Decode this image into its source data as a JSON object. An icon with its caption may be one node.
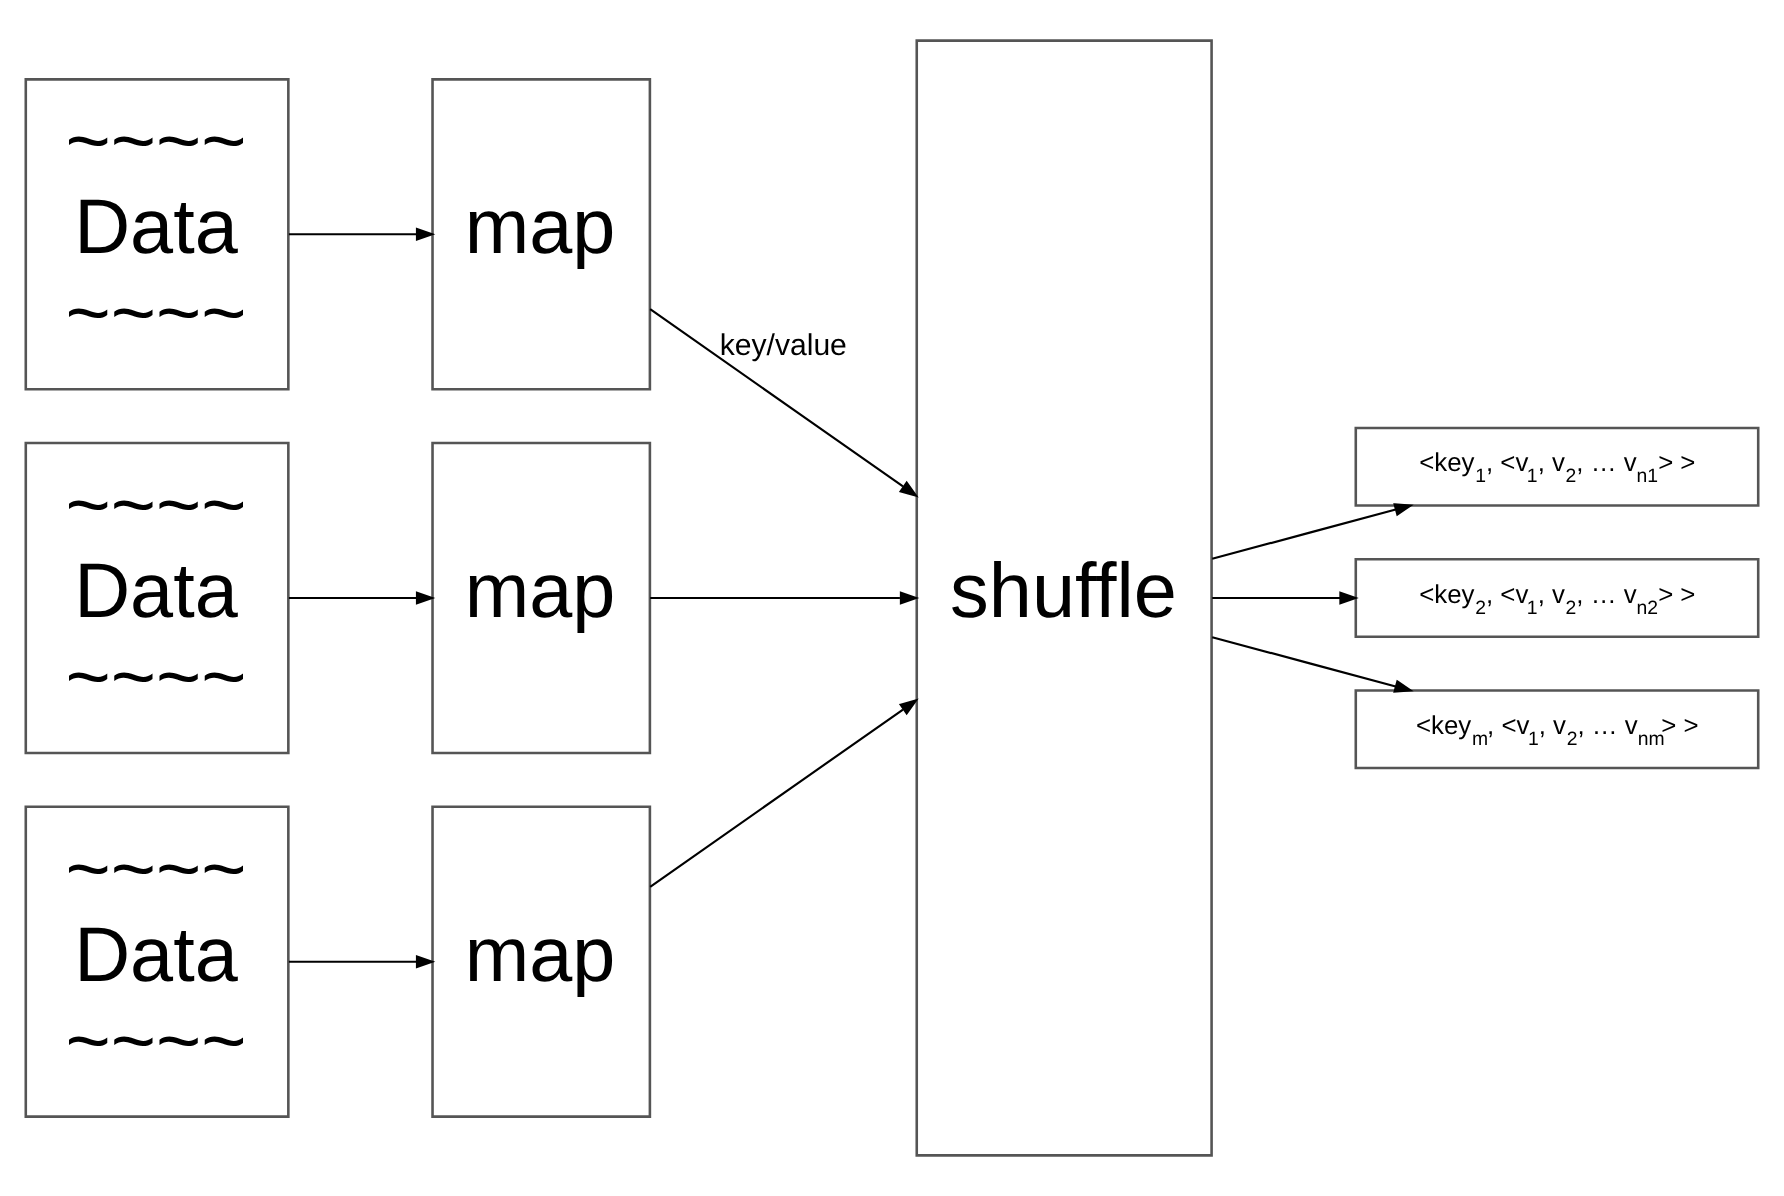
{
  "diagram": {
    "nodes": [
      {
        "text": [
          "~~~~",
          "Data",
          "~~~~"
        ]
      },
      {
        "text": [
          "~~~~",
          "Data",
          "~~~~"
        ]
      },
      {
        "text": [
          "~~~~",
          "Data",
          "~~~~"
        ]
      },
      {
        "text": [
          "map"
        ]
      },
      {
        "text": [
          "map"
        ]
      },
      {
        "text": [
          "map"
        ]
      },
      {
        "text": [
          "shuffle"
        ]
      },
      {
        "text": [
          "<key$_{1}$, <v$_{1}$, v$_{2}$, … v$_{n1}$> >"
        ]
      },
      {
        "text": [
          "<key$_{2}$, <v$_{1}$, v$_{2}$, … v$_{n2}$> >"
        ]
      },
      {
        "text": [
          "<key$_{m}$, <v$_{1}$, v$_{2}$, … v$_{nm}$> >"
        ]
      }
    ],
    "edges": [
      {
        "from": 0,
        "to": 3,
        "arrow": "to"
      },
      {
        "from": 1,
        "to": 4,
        "arrow": "to"
      },
      {
        "from": 2,
        "to": 5,
        "arrow": "to"
      },
      {
        "from": 3,
        "to": 6,
        "arrow": "to",
        "label": "key/value"
      },
      {
        "from": 4,
        "to": 6,
        "arrow": "to"
      },
      {
        "from": 5,
        "to": 6,
        "arrow": "to"
      },
      {
        "from": 6,
        "to": 7,
        "arrow": "to"
      },
      {
        "from": 6,
        "to": 8,
        "arrow": "to"
      },
      {
        "from": 6,
        "to": 9,
        "arrow": "to"
      }
    ]
  }
}
